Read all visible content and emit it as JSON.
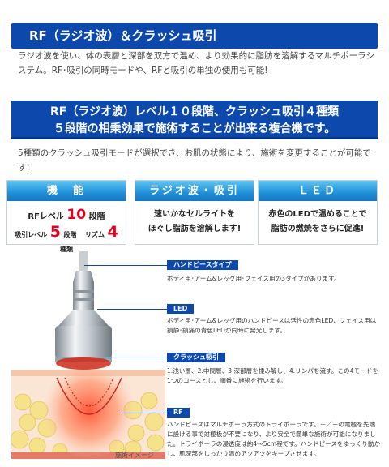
{
  "section1": {
    "title": "RF（ラジオ波）＆クラッシュ吸引",
    "text": "ラジオ波を使い、体の表層と深部を双方で温め、より効果的に脂肪を溶解するマルチポーラシステム。RF･吸引の同時モードや、RFと吸引の単独の使用も可能!"
  },
  "section2": {
    "title_line1": "RF（ラジオ波）レベル１０段階、クラッシュ吸引４種類",
    "title_line2": "５段階の相乗効果で施術することが出来る複合機です。",
    "text": "5種類のクラッシュ吸引モードが選択でき、お肌の状態により、施術を変更することが可能です!"
  },
  "boxes": [
    {
      "header": "機　能",
      "rf_label": "RFレベル",
      "rf_value": "10",
      "rf_unit": "段階",
      "suction_label": "吸引レベル",
      "suction_value": "5",
      "suction_unit": "段階",
      "rhythm_label": "リズム",
      "rhythm_value": "4",
      "rhythm_unit": "種類"
    },
    {
      "header": "ラジオ波・吸引",
      "line1": "速いかなセルライトを",
      "line2": "ほぐし脂肪を溶解します!"
    },
    {
      "header": "ＬＥＤ",
      "line1": "赤色のLEDで温めることで",
      "line2": "脂肪の燃焼をさらに促進!"
    }
  ],
  "labels": [
    {
      "title": "ハンドピースタイプ",
      "desc": "ボディ用･アーム&レッグ用･フェイス用の3タイプがあります。"
    },
    {
      "title": "LED",
      "desc": "ボディ用･アーム&レッグ用のハンドピースは活性の赤色LED、フェイス用は鎮静･鎮痛の青色LEDが同時に発光します。"
    },
    {
      "title": "クラッシュ吸引",
      "desc": "1.浅い層、2.中間層、3.深部層を揉み解し、4.リンパを流す。この4モードを1つのコースとし、順番に施術を行います。"
    },
    {
      "title": "RF",
      "desc": "ハンドピースはマルチポーラ方式のトライポーラです。＋／－の電極を先端に設ける事で対極板が不要になり、より安全で簡単な施術が可能になりました。トライポーラの浸透度は約4～5cm程です。ハンドピースをゆっくり動かし、肌深部をしっかり温めアツアツをキープさせます。"
    }
  ],
  "illustration_caption": "施術イメージ"
}
